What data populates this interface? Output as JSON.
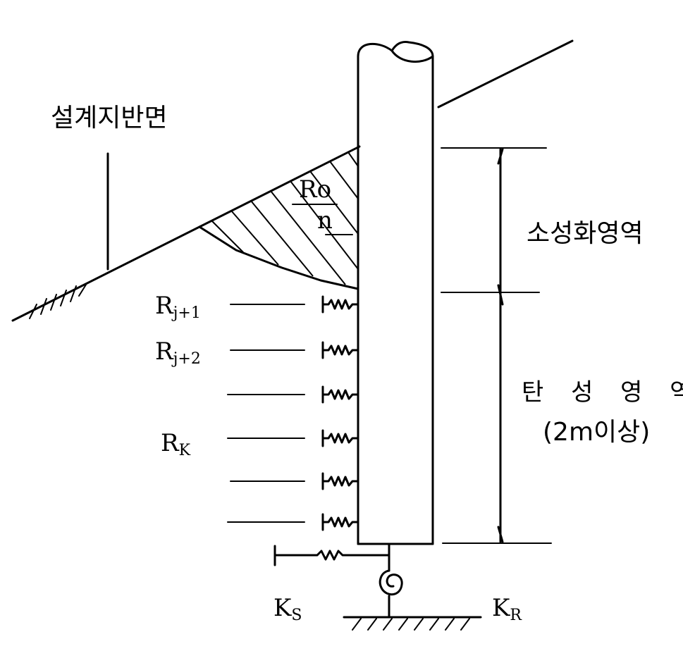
{
  "labels": {
    "ground_surface": "설계지반면",
    "plastic_zone": "소성화영역",
    "elastic_zone": "탄 성 영 역",
    "elastic_zone_note": "(2m이상)",
    "ro_numerator": "Ro",
    "ro_denominator": "n",
    "r_j1_main": "R",
    "r_j1_sub": "j+1",
    "r_j2_main": "R",
    "r_j2_sub": "j+2",
    "r_k_main": "R",
    "r_k_sub": "K",
    "ks_main": "K",
    "ks_sub": "S",
    "kr_main": "K",
    "kr_sub": "R"
  },
  "icons": {
    "pile": "pile-shape",
    "spring": "spring-zigzag",
    "rotational_spring": "spiral-spring",
    "ground_hatch": "ground-hatch"
  }
}
